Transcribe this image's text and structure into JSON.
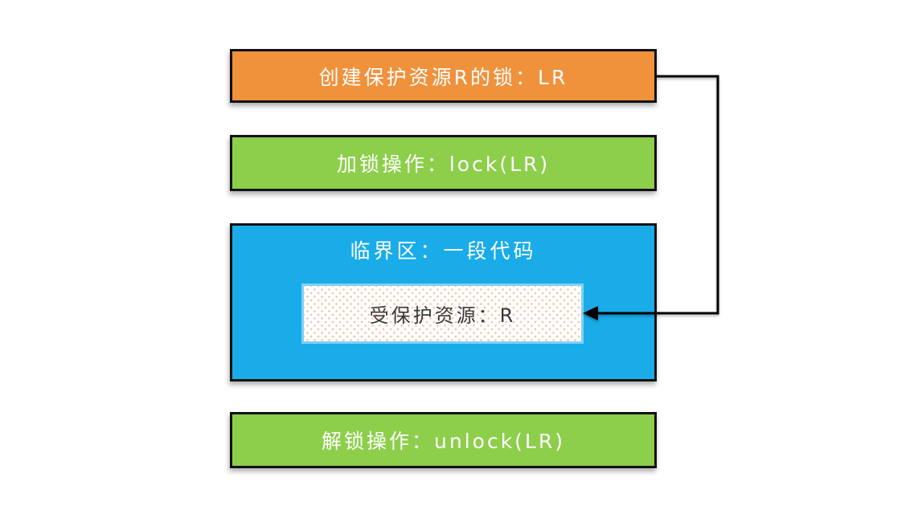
{
  "diagram": {
    "description_labels": {
      "create_lock": "创建保护资源R的锁：LR",
      "lock_op": "加锁操作：lock(LR)",
      "critical_section": "临界区：一段代码",
      "protected_resource": "受保护资源：R",
      "unlock_op": "解锁操作：unlock(LR)"
    },
    "colors": {
      "create_lock_fill": "#F0913C",
      "lock_op_fill": "#8DCE4B",
      "critical_section_fill": "#19ACE9",
      "protected_resource_fill": "#FFFFFF",
      "protected_resource_dot": "#F6BFA4",
      "box_border": "#111111",
      "box_text": "#FFFFFF",
      "protected_resource_text": "#3A3A3A",
      "connector": "#000000",
      "background": "#FFFFFF"
    },
    "connector": {
      "from": "create_lock",
      "to": "protected_resource",
      "style": "right-angle, arrowhead pointing left into protected resource box"
    }
  }
}
